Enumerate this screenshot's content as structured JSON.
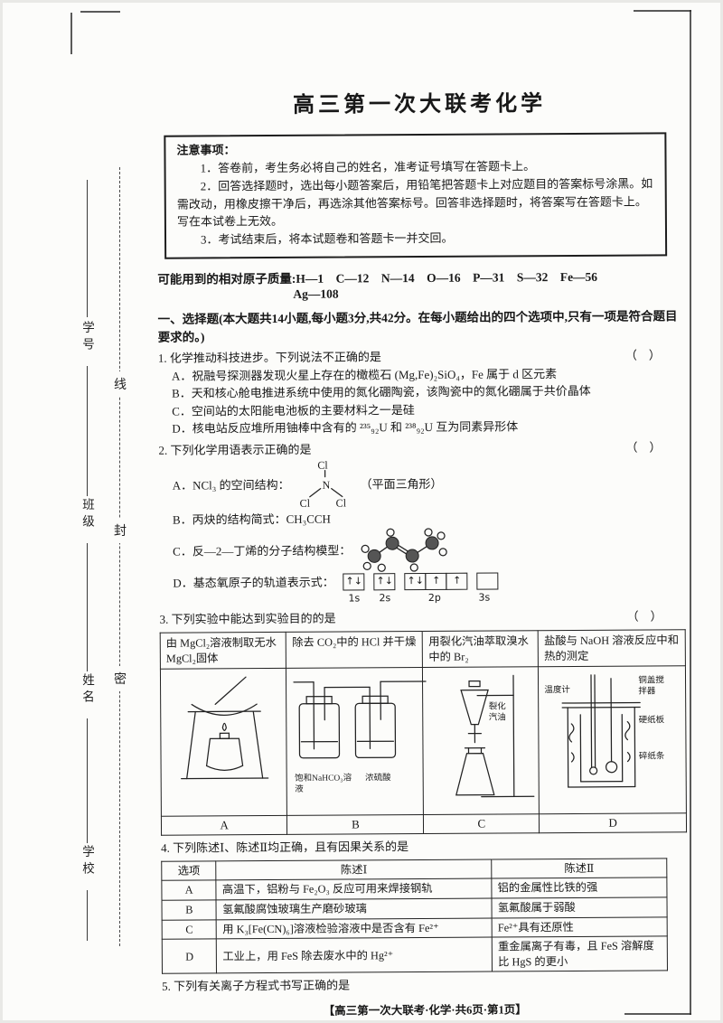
{
  "paper": {
    "title": "高三第一次大联考化学",
    "footer": "【高三第一次大联考·化学·共6页·第1页】"
  },
  "seal": {
    "field1": "学号",
    "field2": "班级",
    "field3": "姓名",
    "field4": "学校",
    "char1": "线",
    "char2": "封",
    "char3": "密"
  },
  "notice": {
    "heading": "注意事项：",
    "item1": "1．答卷前，考生务必将自己的姓名，准考证号填写在答题卡上。",
    "item2": "2．回答选择题时，选出每小题答案后，用铅笔把答题卡上对应题目的答案标号涂黑。如需改动，用橡皮擦干净后，再选涂其他答案标号。回答非选择题时，将答案写在答题卡上。写在本试卷上无效。",
    "item3": "3．考试结束后，将本试题卷和答题卡一并交回。"
  },
  "masses": "可能用到的相对原子质量:H—1　C—12　N—14　O—16　P—31　S—32　Fe—56",
  "masses2": "Ag—108",
  "section": "一、选择题(本大题共14小题,每小题3分,共42分。在每小题给出的四个选项中,只有一项是符合题目要求的。)",
  "bracket": "（　）",
  "q1": {
    "stem": "1. 化学推动科技进步。下列说法不正确的是",
    "optA": "A．祝融号探测器发现火星上存在的橄榄石 (Mg,Fe)₂SiO₄，Fe 属于 d 区元素",
    "optB": "B．天和核心舱电推进系统中使用的氮化硼陶瓷，该陶瓷中的氮化硼属于共价晶体",
    "optC": "C．空间站的太阳能电池板的主要材料之一是硅",
    "optD": "D．核电站反应堆所用铀棒中含有的 ²³⁵₉₂U 和 ²³⁸₉₂U 互为同素异形体"
  },
  "q2": {
    "stem": "2. 下列化学用语表示正确的是",
    "optA_label": "A．NCl₃ 的空间结构：",
    "optA_note": "（平面三角形）",
    "diagramA": {
      "top": "Cl",
      "center": "N",
      "left": "Cl",
      "right": "Cl"
    },
    "optB": "B．丙炔的结构简式：CH₃CCH",
    "optC_label": "C．反—2—丁烯的分子结构模型：",
    "optD_label": "D．基态氧原子的轨道表示式：",
    "orbitals": {
      "cells1": "↑↓",
      "cells2": "↑↓",
      "cells3a": "↑↓",
      "cells3b": "↑",
      "cells3c": "↑",
      "cells4": "",
      "label1": "1s",
      "label2": "2s",
      "label3": "2p",
      "label4": "3s"
    }
  },
  "q3": {
    "stem": "3. 下列实验中能达到实验目的的是",
    "colA": "由 MgCl₂溶液制取无水 MgCl₂固体",
    "colB": "除去 CO₂中的 HCl 并干燥",
    "colC": "用裂化汽油萃取溴水中的 Br₂",
    "colD": "盐酸与 NaOH 溶液反应中和热的测定",
    "labelB1": "饱和NaHCO₃溶液",
    "labelB2": "浓硫酸",
    "labelC1": "裂化汽油",
    "labelD1": "温度计",
    "labelD2": "铜盖搅拌器",
    "labelD3": "硬纸板",
    "labelD4": "碎纸条",
    "letterA": "A",
    "letterB": "B",
    "letterC": "C",
    "letterD": "D"
  },
  "q4": {
    "stem": "4. 下列陈述Ⅰ、陈述Ⅱ均正确，且有因果关系的是",
    "h1": "选项",
    "h2": "陈述Ⅰ",
    "h3": "陈述Ⅱ",
    "rows": [
      {
        "opt": "A",
        "s1": "高温下，铝粉与 Fe₂O₃ 反应可用来焊接钢轨",
        "s2": "铝的金属性比铁的强"
      },
      {
        "opt": "B",
        "s1": "氢氟酸腐蚀玻璃生产磨砂玻璃",
        "s2": "氢氟酸属于弱酸"
      },
      {
        "opt": "C",
        "s1": "用 K₃[Fe(CN)₆]溶液检验溶液中是否含有 Fe²⁺",
        "s2": "Fe²⁺具有还原性"
      },
      {
        "opt": "D",
        "s1": "工业上，用 FeS 除去废水中的 Hg²⁺",
        "s2": "重金属离子有毒，且 FeS 溶解度比 HgS 的更小"
      }
    ]
  },
  "q5": {
    "stem": "5. 下列有关离子方程式书写正确的是"
  }
}
